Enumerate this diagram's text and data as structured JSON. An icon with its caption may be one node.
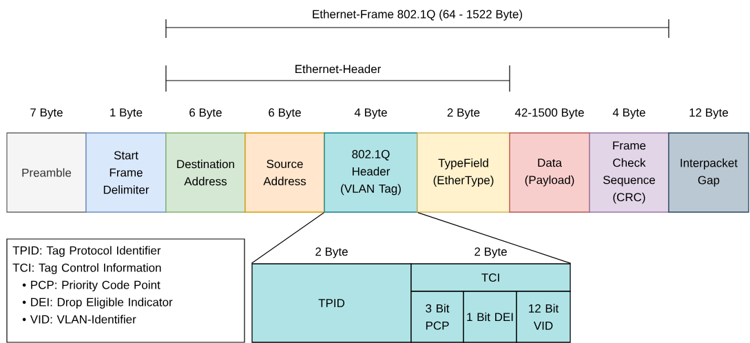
{
  "diagram": {
    "nodes": [
      {
        "text": [
          "Preamble"
        ],
        "beside": [
          "7 Byte"
        ]
      },
      {
        "text": [
          "Start Frame Delimiter"
        ],
        "beside": [
          "1 Byte"
        ]
      },
      {
        "text": [
          "Destination Address"
        ],
        "beside": [
          "6 Byte"
        ]
      },
      {
        "text": [
          "Source Address"
        ],
        "beside": [
          "6 Byte"
        ]
      },
      {
        "text": [
          "802.1Q Header (VLAN Tag)"
        ],
        "beside": [
          "4 Byte"
        ]
      },
      {
        "text": [
          "TypeField (EtherType)"
        ],
        "beside": [
          "2 Byte"
        ]
      },
      {
        "text": [
          "Data (Payload)"
        ],
        "beside": [
          "42-1500 Byte"
        ]
      },
      {
        "text": [
          "Frame Check Sequence (CRC)"
        ],
        "beside": [
          "4 Byte"
        ]
      },
      {
        "text": [
          "Interpacket Gap"
        ],
        "beside": [
          "12 Byte"
        ]
      },
      {
        "text": [
          "TPID: Tag Protocol Identifier",
          "TCI: Tag Control Information",
          "• PCP: Priority Code Point",
          "• DEI: Drop Eligible Indicator",
          "• VID: VLAN-Identifier"
        ]
      },
      {
        "text": [
          "TPID"
        ],
        "beside": [
          "2 Byte"
        ]
      },
      {
        "text": [
          "TCI"
        ],
        "beside": [
          "2 Byte"
        ]
      },
      {
        "text": [
          "3 Bit PCP"
        ]
      },
      {
        "text": [
          "1 Bit DEI"
        ]
      },
      {
        "text": [
          "12 Bit VID"
        ]
      }
    ],
    "edges": [
      {
        "from": 4,
        "to": 10,
        "arrow": "none"
      },
      {
        "from": 4,
        "to": 11,
        "arrow": "none"
      }
    ],
    "labels": [
      "Ethernet-Frame 802.1Q (64 - 1522 Byte)",
      "Ethernet-Header"
    ]
  }
}
